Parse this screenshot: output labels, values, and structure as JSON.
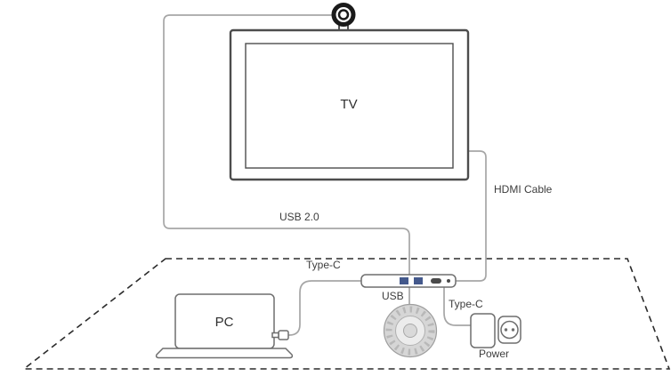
{
  "diagram": {
    "labels": {
      "tv": "TV",
      "pc": "PC",
      "usb_2_0": "USB 2.0",
      "hdmi_cable": "HDMI Cable",
      "type_c_pc": "Type-C",
      "type_c_power": "Type-C",
      "usb": "USB",
      "power": "Power"
    },
    "colors": {
      "cable": "#a6a6a6",
      "table_dash": "#2b2b2b",
      "device_outline": "#6e6e6e",
      "tv_outline": "#4d4d4d",
      "camera": "#1a1a1a",
      "usb_port": "#44598c",
      "text": "#3d3d3d",
      "speakerphone_body": "#d6d6d6"
    }
  }
}
